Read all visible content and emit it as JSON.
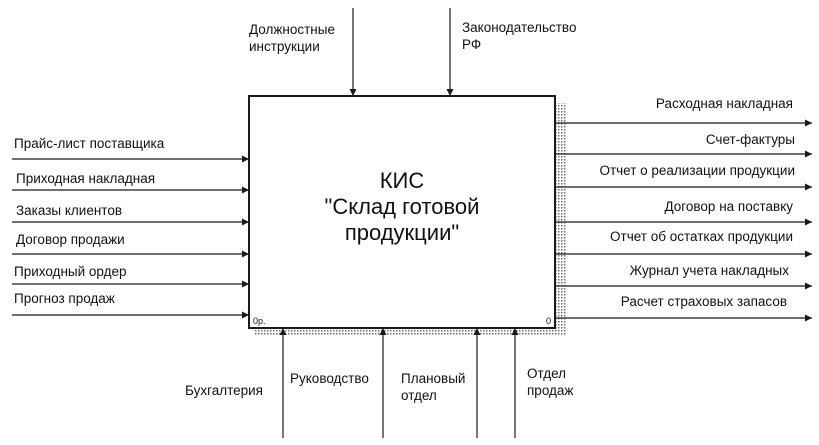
{
  "box": {
    "title_lines": [
      "КИС",
      "\"Склад готовой",
      "продукции\""
    ],
    "node_label": "0р.",
    "cost_label": "0"
  },
  "controls": [
    {
      "lines": [
        "Должностные",
        "инструкции"
      ]
    },
    {
      "lines": [
        "Законодательство",
        "РФ"
      ]
    }
  ],
  "inputs": [
    {
      "label": "Прайс-лист поставщика"
    },
    {
      "label": "Приходная накладная"
    },
    {
      "label": "Заказы клиентов"
    },
    {
      "label": "Договор продажи"
    },
    {
      "label": "Приходный ордер"
    },
    {
      "label": "Прогноз продаж"
    }
  ],
  "outputs": [
    {
      "label": "Расходная накладная"
    },
    {
      "label": "Счет-фактуры"
    },
    {
      "label": "Отчет о реализации продукции"
    },
    {
      "label": "Договор на поставку"
    },
    {
      "label": "Отчет об остатках продукции"
    },
    {
      "label": "Журнал учета накладных"
    },
    {
      "label": "Расчет страховых запасов"
    }
  ],
  "mechanisms": [
    {
      "lines": [
        "Бухгалтерия"
      ]
    },
    {
      "lines": [
        "Руководство"
      ]
    },
    {
      "lines": [
        "Плановый",
        "отдел"
      ]
    },
    {
      "lines": [
        "Отдел",
        "продаж"
      ]
    }
  ],
  "colors": {
    "line": "#1a1a1a",
    "shadow": "#8a8a8a"
  }
}
